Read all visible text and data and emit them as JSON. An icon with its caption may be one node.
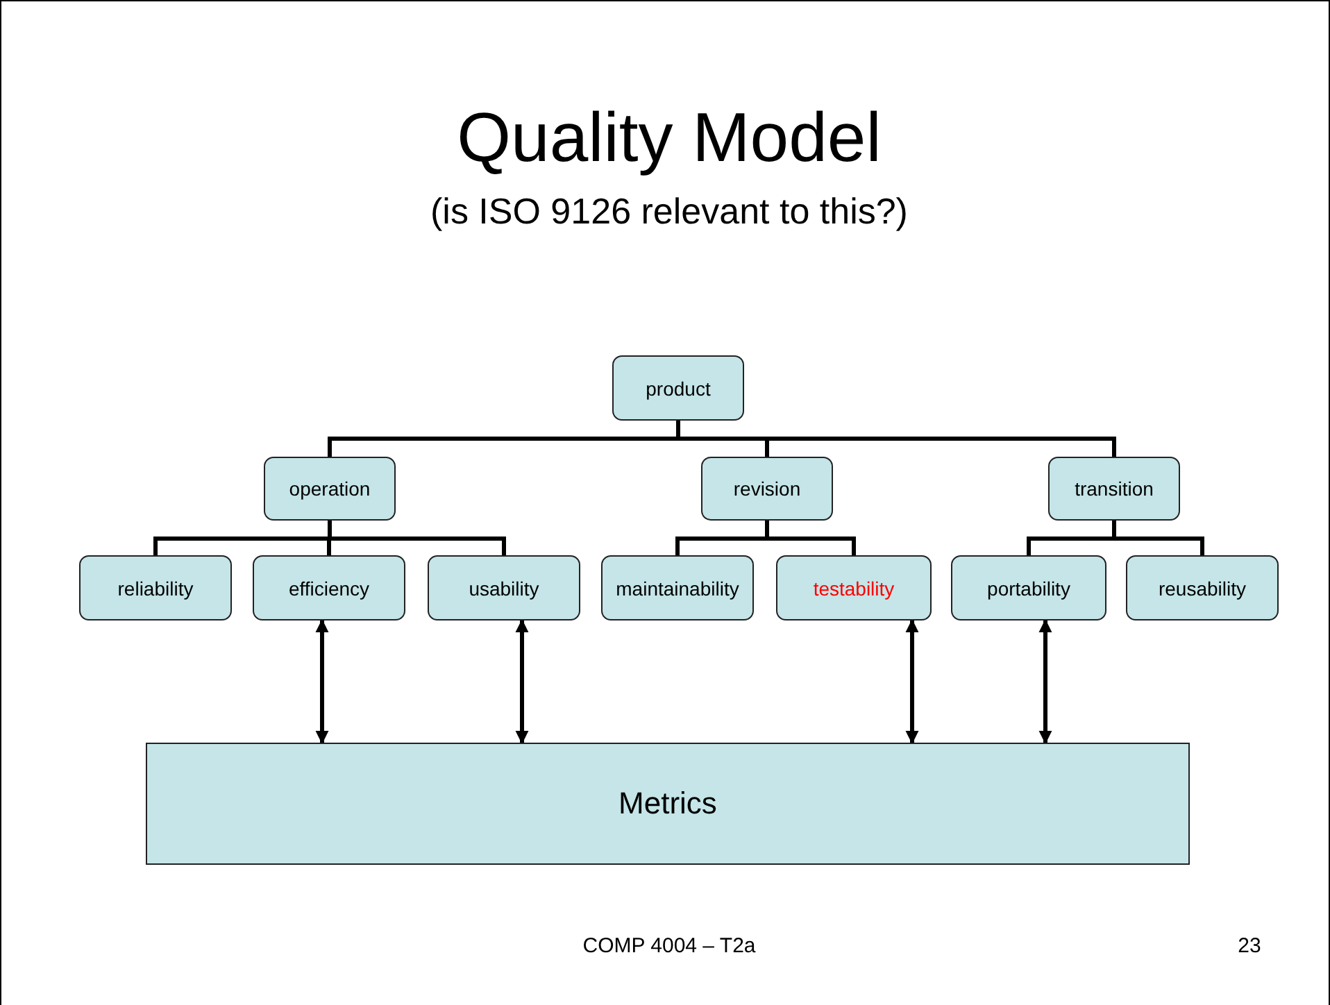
{
  "diagram": {
    "title": "Quality Model",
    "nodes": [
      {
        "text": [
          "product"
        ]
      },
      {
        "text": [
          "operation"
        ]
      },
      {
        "text": [
          "revision"
        ]
      },
      {
        "text": [
          "transition"
        ]
      },
      {
        "text": [
          "reliability"
        ]
      },
      {
        "text": [
          "efficiency"
        ]
      },
      {
        "text": [
          "usability"
        ]
      },
      {
        "text": [
          "maintainability"
        ]
      },
      {
        "text": [
          "testability"
        ]
      },
      {
        "text": [
          "portability"
        ]
      },
      {
        "text": [
          "reusability"
        ]
      },
      {
        "text": [
          "Metrics"
        ]
      }
    ],
    "edges": [
      {
        "from": 0,
        "to": 1,
        "arrow": "none"
      },
      {
        "from": 0,
        "to": 2,
        "arrow": "none"
      },
      {
        "from": 0,
        "to": 3,
        "arrow": "none"
      },
      {
        "from": 1,
        "to": 4,
        "arrow": "none"
      },
      {
        "from": 1,
        "to": 5,
        "arrow": "none"
      },
      {
        "from": 1,
        "to": 6,
        "arrow": "none"
      },
      {
        "from": 2,
        "to": 7,
        "arrow": "none"
      },
      {
        "from": 2,
        "to": 8,
        "arrow": "none"
      },
      {
        "from": 3,
        "to": 9,
        "arrow": "none"
      },
      {
        "from": 3,
        "to": 10,
        "arrow": "none"
      },
      {
        "from": 5,
        "to": 11,
        "arrow": "both"
      },
      {
        "from": 6,
        "to": 11,
        "arrow": "both"
      },
      {
        "from": 8,
        "to": 11,
        "arrow": "both"
      },
      {
        "from": 9,
        "to": 11,
        "arrow": "both"
      }
    ],
    "labels": [
      "(is ISO 9126 relevant to this?)",
      "COMP 4004 – T2a",
      "23"
    ]
  }
}
